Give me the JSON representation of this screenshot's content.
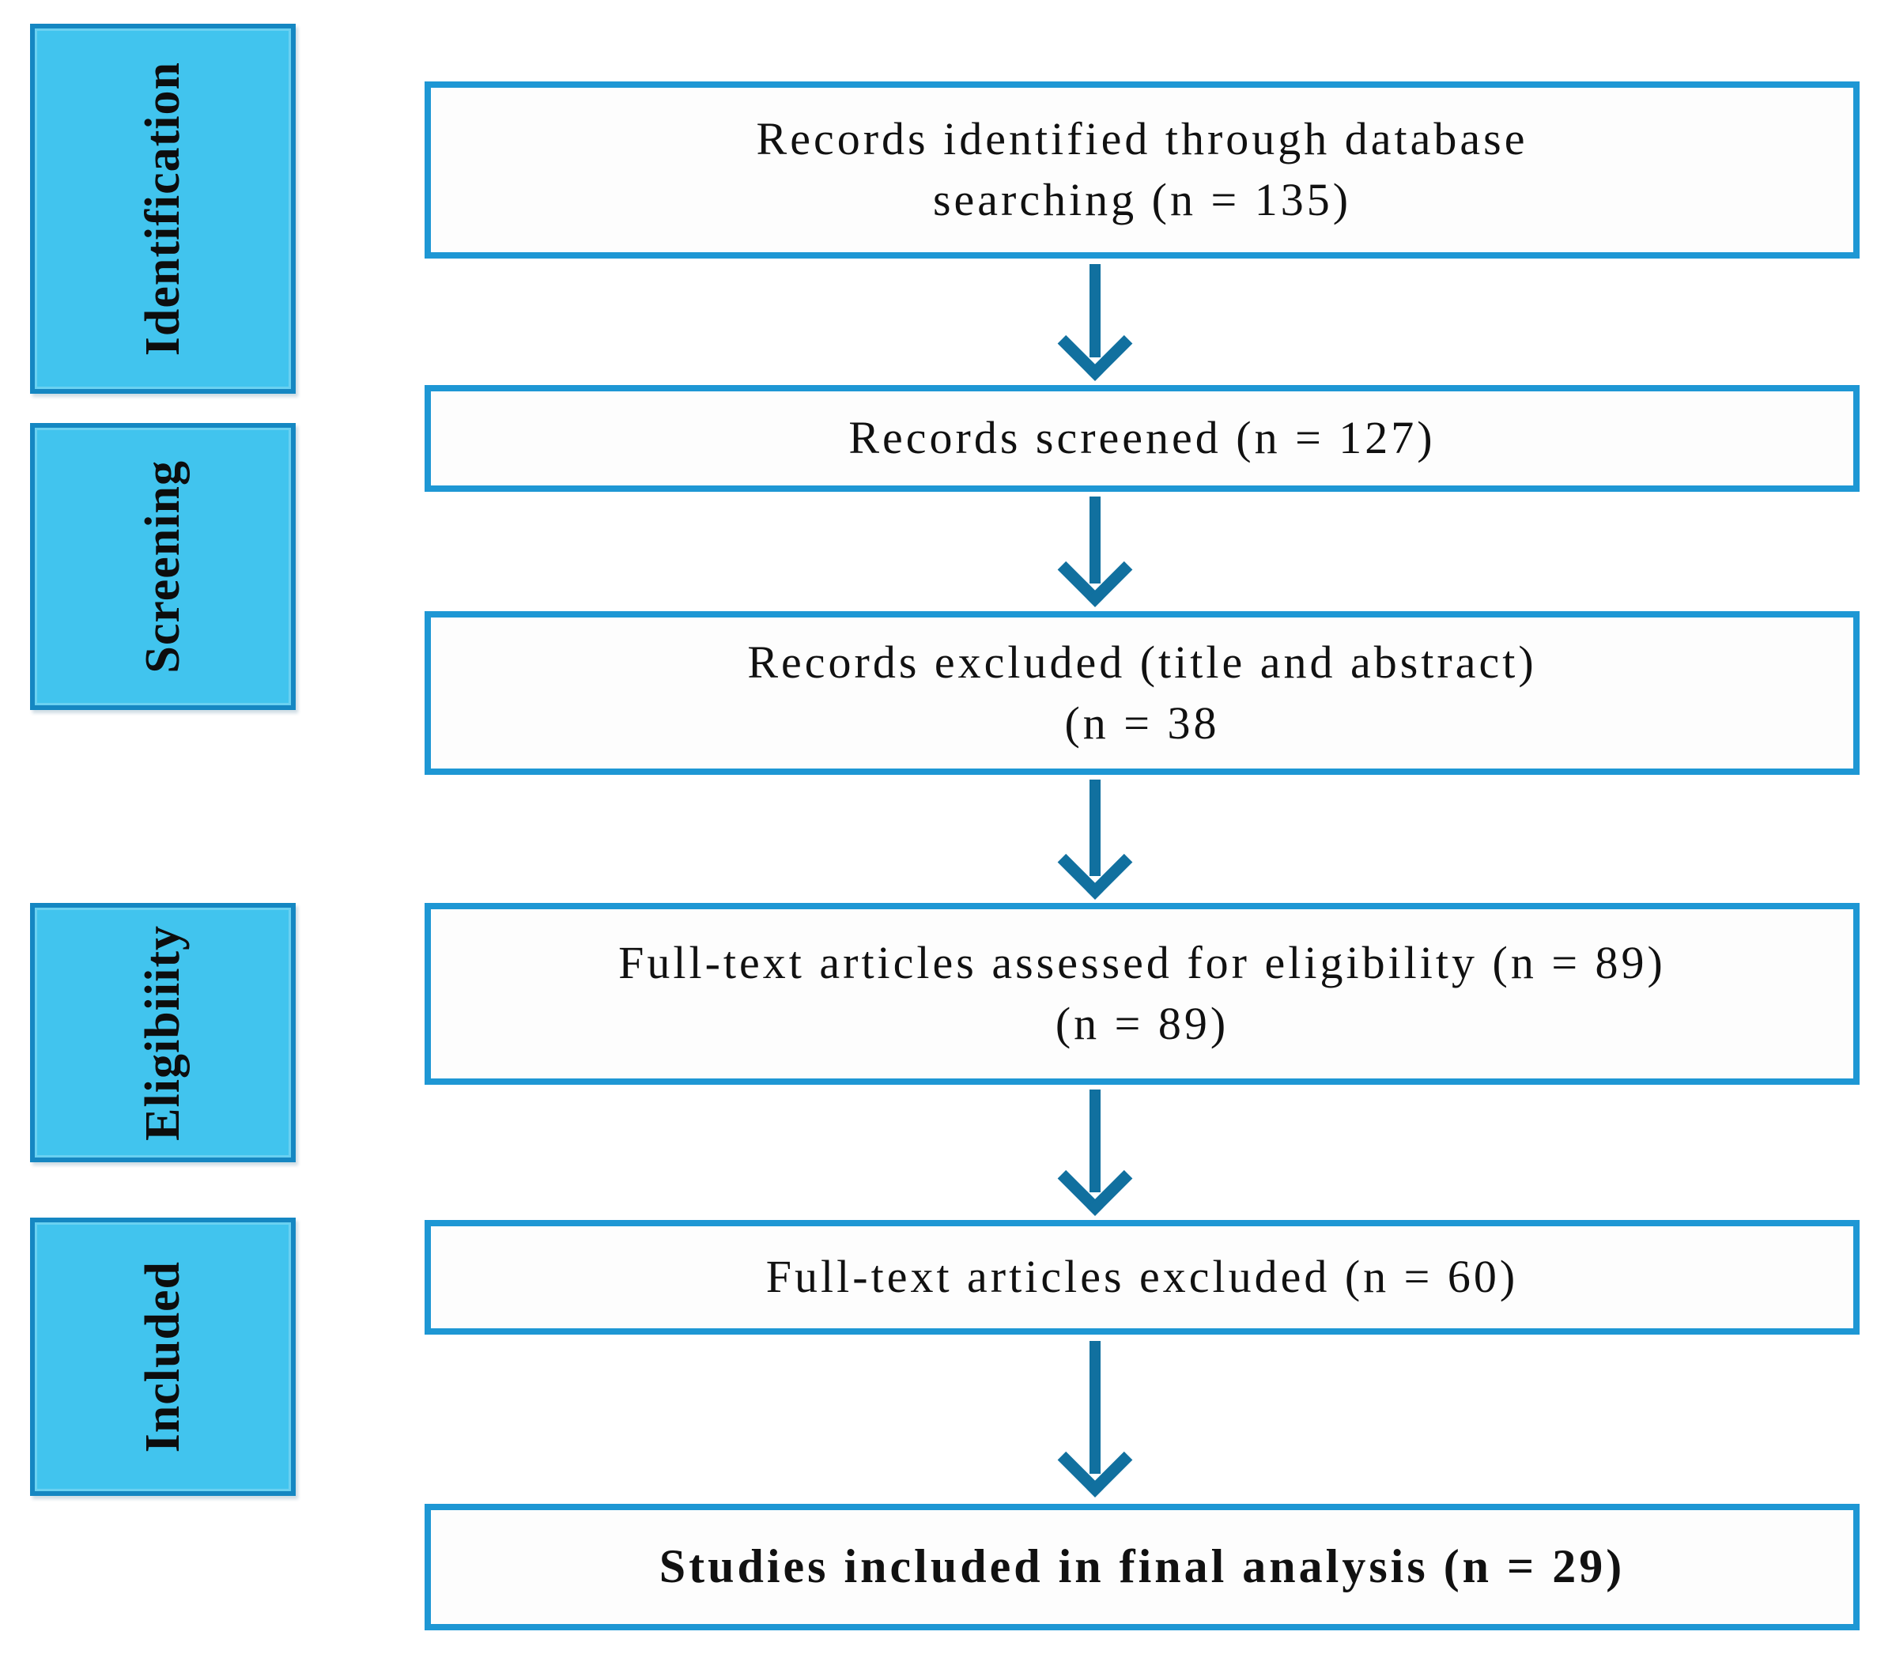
{
  "colors": {
    "sidebar_fill": "#41c4ee",
    "sidebar_border": "#1587c2",
    "box_border": "#1e97d4",
    "box_fill": "#fdfdfd",
    "arrow": "#11709f",
    "text": "#111111"
  },
  "sidebar": {
    "items": [
      {
        "label": "Identification"
      },
      {
        "label": "Screening"
      },
      {
        "label": "Eligibiiity"
      },
      {
        "label": "Included"
      }
    ]
  },
  "main": {
    "boxes": [
      {
        "lines": [
          "Records identified through database",
          "searching (n = 135)"
        ]
      },
      {
        "lines": [
          "Records screened (n = 127)"
        ]
      },
      {
        "lines": [
          "Records excluded (title and abstract)",
          "(n = 38"
        ]
      },
      {
        "lines": [
          "Full-text articles assessed for eligibility (n = 89)",
          "(n = 89)"
        ]
      },
      {
        "lines": [
          "Full-text articles excluded (n = 60)"
        ]
      },
      {
        "lines": [
          "Studies included in final analysis (n = 29)"
        ]
      }
    ]
  }
}
